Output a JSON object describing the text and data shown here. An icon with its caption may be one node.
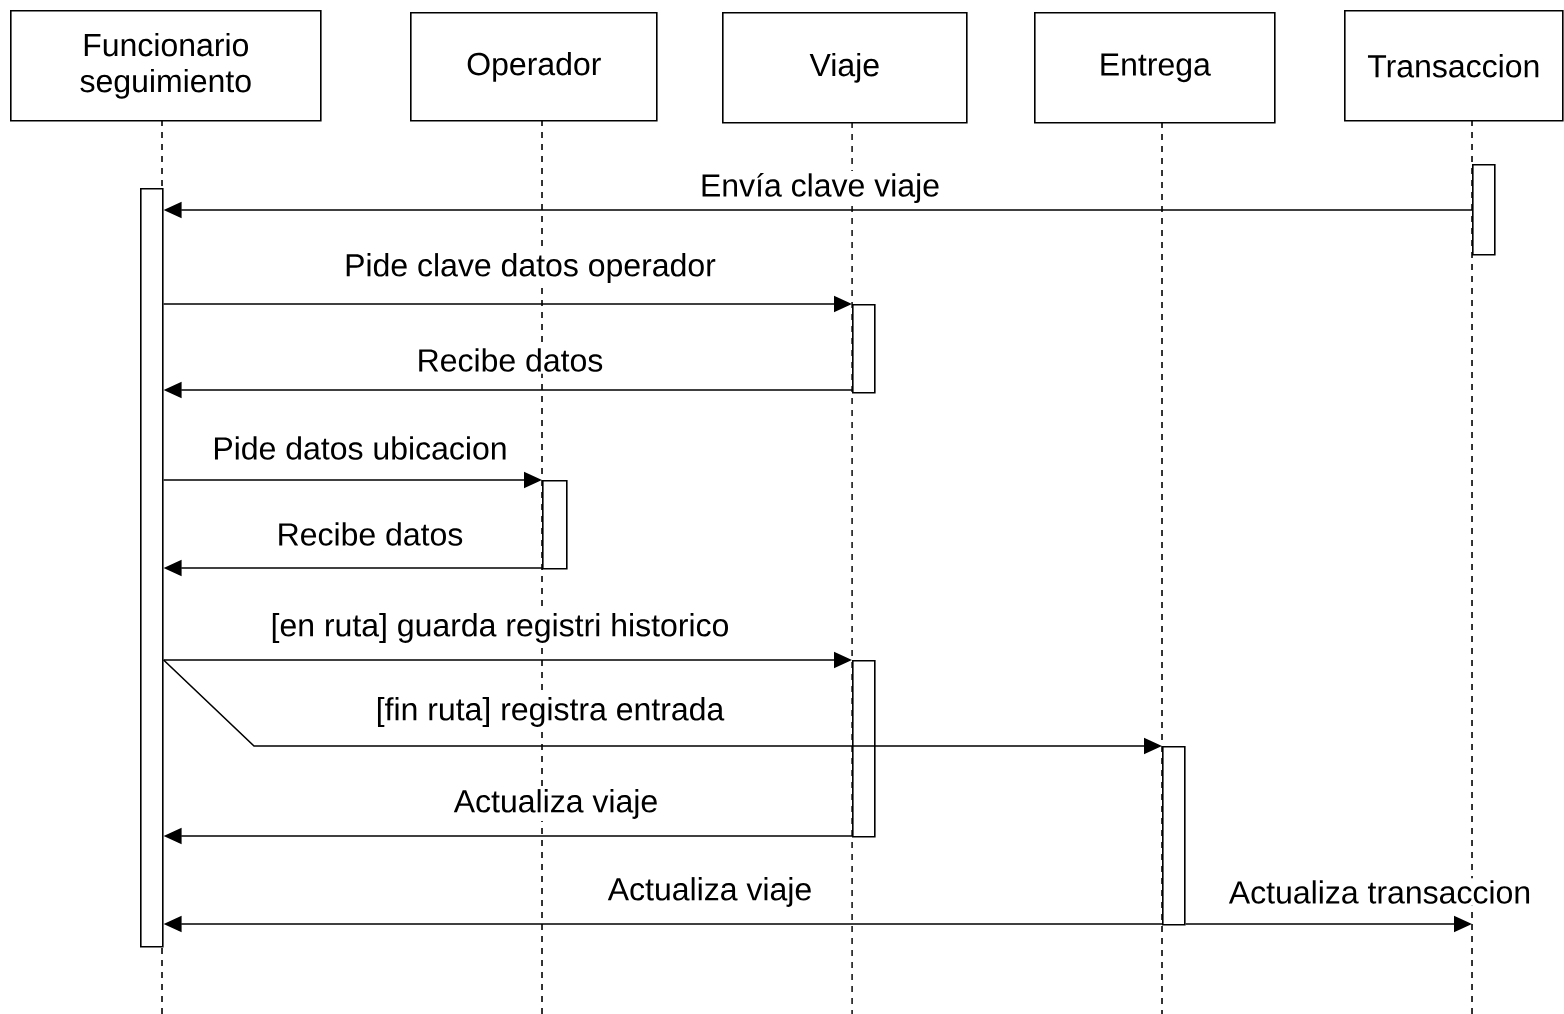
{
  "diagram": {
    "nodes": [
      {
        "text": [
          "Funcionario seguimiento"
        ]
      },
      {
        "text": [
          "Operador"
        ]
      },
      {
        "text": [
          "Viaje"
        ]
      },
      {
        "text": [
          "Entrega"
        ]
      },
      {
        "text": [
          "Transaccion"
        ]
      },
      {
        "text": [],
        "shape": "bar",
        "in": 0
      },
      {
        "text": [],
        "shape": "bar",
        "in": 4
      },
      {
        "text": [],
        "shape": "bar",
        "in": 2
      },
      {
        "text": [],
        "shape": "bar",
        "in": 1
      },
      {
        "text": [],
        "shape": "bar",
        "in": 2
      },
      {
        "text": [],
        "shape": "bar",
        "in": 3
      }
    ],
    "edges": [
      {
        "from": 6,
        "to": 5,
        "arrow": "to",
        "label": "Envía clave viaje"
      },
      {
        "from": 5,
        "to": 7,
        "arrow": "to",
        "label": "Pide clave datos operador"
      },
      {
        "from": 7,
        "to": 5,
        "arrow": "to",
        "label": "Recibe datos"
      },
      {
        "from": 5,
        "to": 8,
        "arrow": "to",
        "label": "Pide datos ubicacion"
      },
      {
        "from": 8,
        "to": 5,
        "arrow": "to",
        "label": "Recibe datos"
      },
      {
        "from": 5,
        "to": 9,
        "arrow": "to",
        "label": "[en ruta] guarda registri historico"
      },
      {
        "from": 5,
        "to": 10,
        "arrow": "to",
        "label": "[fin ruta] registra entrada"
      },
      {
        "from": 9,
        "to": 5,
        "arrow": "to",
        "label": "Actualiza viaje"
      },
      {
        "from": 10,
        "to": 5,
        "arrow": "to",
        "label": "Actualiza viaje"
      },
      {
        "from": 10,
        "to": 4,
        "arrow": "to",
        "label": "Actualiza transaccion"
      }
    ]
  }
}
